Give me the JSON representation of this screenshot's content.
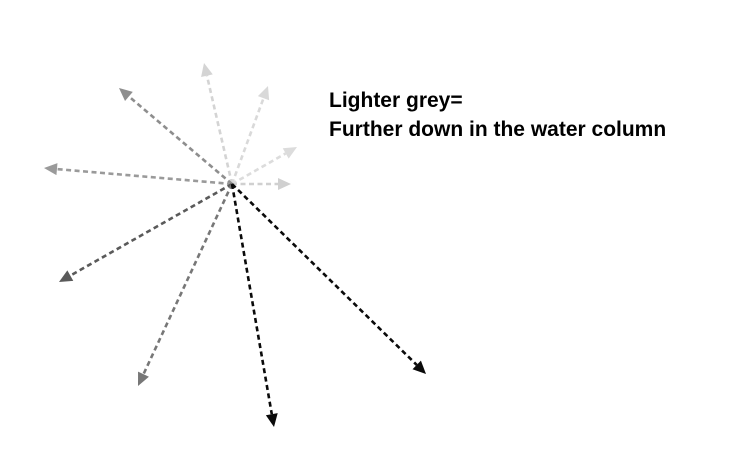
{
  "legend": {
    "line1": "Lighter grey=",
    "line2": "Further down in the water column"
  },
  "arrows": [
    {
      "id": "arrow-up",
      "color": "#d4d4d4"
    },
    {
      "id": "arrow-up-right",
      "color": "#d9d9d9"
    },
    {
      "id": "arrow-right-up",
      "color": "#dcdcdc"
    },
    {
      "id": "arrow-right",
      "color": "#d0d0d0"
    },
    {
      "id": "arrow-up-left",
      "color": "#8e8e8e"
    },
    {
      "id": "arrow-left",
      "color": "#9a9a9a"
    },
    {
      "id": "arrow-down-left",
      "color": "#5a5a5a"
    },
    {
      "id": "arrow-down-left-steep",
      "color": "#777777"
    },
    {
      "id": "arrow-down",
      "color": "#0a0a0a"
    },
    {
      "id": "arrow-down-right",
      "color": "#0a0a0a"
    }
  ]
}
